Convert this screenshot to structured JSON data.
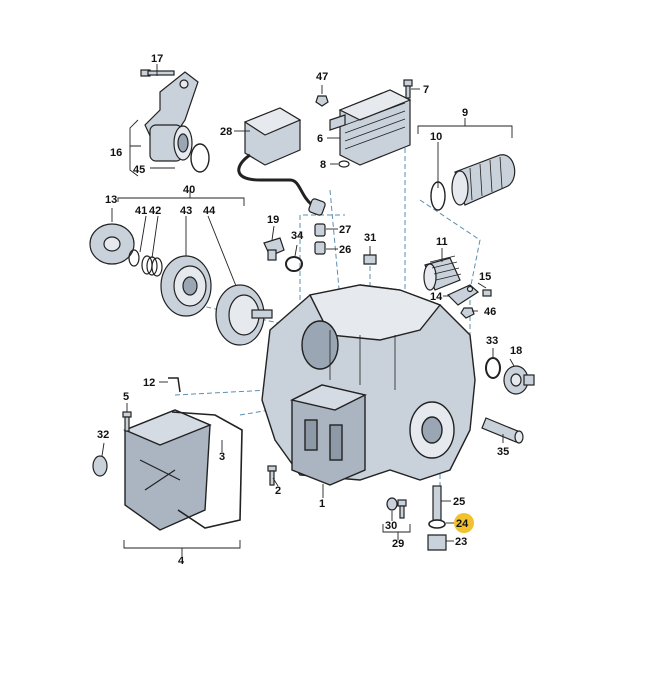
{
  "diagram": {
    "labels": {
      "p1": "1",
      "p2": "2",
      "p3": "3",
      "p4": "4",
      "p5": "5",
      "p6": "6",
      "p7": "7",
      "p8": "8",
      "p9": "9",
      "p10": "10",
      "p11": "11",
      "p12": "12",
      "p13": "13",
      "p14": "14",
      "p15": "15",
      "p16": "16",
      "p17": "17",
      "p18": "18",
      "p19": "19",
      "p23": "23",
      "p24": "24",
      "p25": "25",
      "p26": "26",
      "p27": "27",
      "p28": "28",
      "p29": "29",
      "p30": "30",
      "p31": "31",
      "p32": "32",
      "p33": "33",
      "p34": "34",
      "p35": "35",
      "p40": "40",
      "p41": "41",
      "p42": "42",
      "p43": "43",
      "p44": "44",
      "p45": "45",
      "p46": "46",
      "p47": "47"
    },
    "highlight_color": "#f2c12e",
    "part_color": "#c9d1da",
    "line_color": "#222222",
    "leader_color": "#5a8fb0"
  }
}
